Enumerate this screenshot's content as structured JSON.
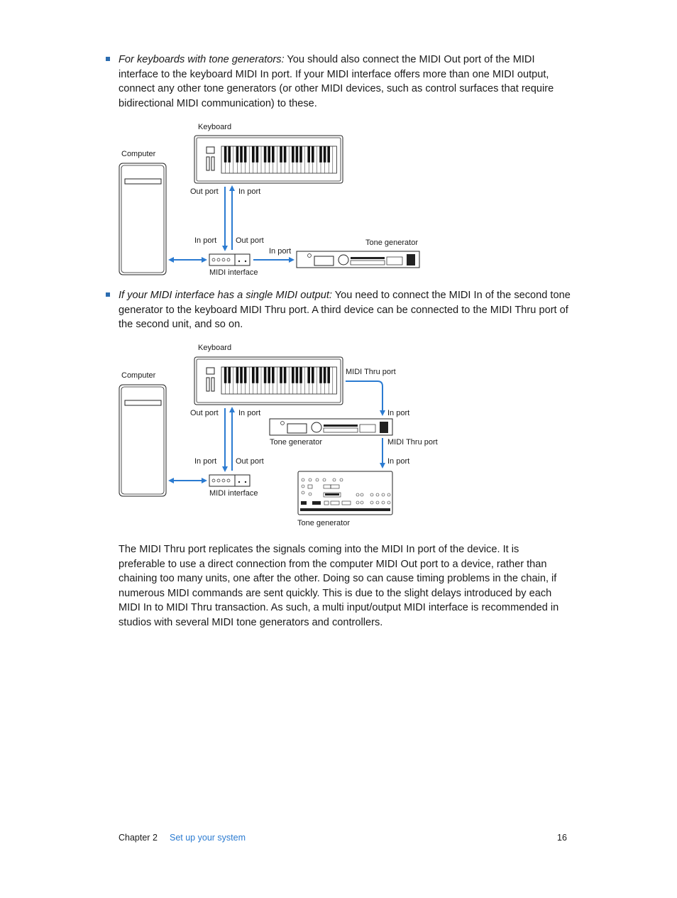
{
  "bullets": [
    {
      "lead": "For keyboards with tone generators:",
      "text": " You should also connect the MIDI Out port of the MIDI interface to the keyboard MIDI In port. If your MIDI interface offers more than one MIDI output, connect any other tone generators (or other MIDI devices, such as control surfaces that require bidirectional MIDI communication) to these."
    },
    {
      "lead": "If your MIDI interface has a single MIDI output:",
      "text": " You need to connect the MIDI In of the second tone generator to the keyboard MIDI Thru port. A third device can be connected to the MIDI Thru port of the second unit, and so on."
    }
  ],
  "diagram1": {
    "keyboard": "Keyboard",
    "computer": "Computer",
    "out_port": "Out port",
    "in_port": "In port",
    "iface_in_port": "In port",
    "iface_out_port": "Out port",
    "tone_in_port": "In port",
    "tone_generator": "Tone generator",
    "midi_interface": "MIDI interface"
  },
  "diagram2": {
    "keyboard": "Keyboard",
    "computer": "Computer",
    "midi_thru_port": "MIDI Thru port",
    "out_port": "Out port",
    "in_port": "In port",
    "tone1_in_port": "In port",
    "tone_generator_1": "Tone generator",
    "midi_thru_port_2": "MIDI Thru port",
    "iface_in_port": "In port",
    "iface_out_port": "Out port",
    "tone2_in_port": "In port",
    "midi_interface": "MIDI interface",
    "tone_generator_2": "Tone generator"
  },
  "body_paragraph": "The MIDI Thru port replicates the signals coming into the MIDI In port of the device. It is preferable to use a direct connection from the computer MIDI Out port to a device, rather than chaining too many units, one after the other. Doing so can cause timing problems in the chain, if numerous MIDI commands are sent quickly. This is due to the slight delays introduced by each MIDI In to MIDI Thru transaction. As such, a multi input/output MIDI interface is recommended in studios with several MIDI tone generators and controllers.",
  "footer": {
    "chapter": "Chapter  2",
    "section_link": "Set up your system",
    "page_number": "16"
  },
  "colors": {
    "accent": "#2b7bd1",
    "bullet": "#2b6cb0",
    "text": "#1a1a1a"
  }
}
